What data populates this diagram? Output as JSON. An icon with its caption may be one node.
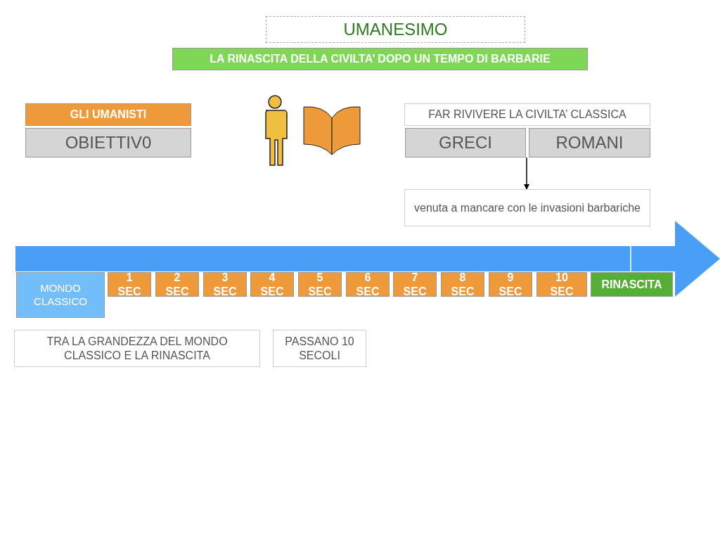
{
  "diagram": {
    "title": "UMANESIMO",
    "nodes": [
      {
        "text": [
          "LA RINASCITA DELLA CIVILTA’ DOPO UN TEMPO DI BARBARIE"
        ]
      },
      {
        "text": [
          "GLI UMANISTI"
        ]
      },
      {
        "text": [
          "OBIETTIV0"
        ]
      },
      {
        "text": [
          "FAR RIVIVERE LA CIVILTA’ CLASSICA"
        ]
      },
      {
        "text": [
          "GRECI"
        ]
      },
      {
        "text": [
          "ROMANI"
        ]
      },
      {
        "text": [
          "venuta a mancare con le invasioni barbariche"
        ]
      },
      {
        "text": [
          "MONDO CLASSICO"
        ]
      },
      {
        "text": [
          "1 SEC"
        ]
      },
      {
        "text": [
          "2 SEC"
        ]
      },
      {
        "text": [
          "3 SEC"
        ]
      },
      {
        "text": [
          "4 SEC"
        ]
      },
      {
        "text": [
          "5 SEC"
        ]
      },
      {
        "text": [
          "6 SEC"
        ]
      },
      {
        "text": [
          "7 SEC"
        ]
      },
      {
        "text": [
          "8 SEC"
        ]
      },
      {
        "text": [
          "9 SEC"
        ]
      },
      {
        "text": [
          "10 SEC"
        ]
      },
      {
        "text": [
          "RINASCITA"
        ]
      },
      {
        "text": [
          "TRA LA GRANDEZZA DEL MONDO CLASSICO E LA RINASCITA"
        ]
      },
      {
        "text": [
          "PASSANO 10 SECOLI"
        ]
      }
    ],
    "edges": [
      {
        "from": 4,
        "to": 6,
        "arrow": "to"
      }
    ]
  }
}
